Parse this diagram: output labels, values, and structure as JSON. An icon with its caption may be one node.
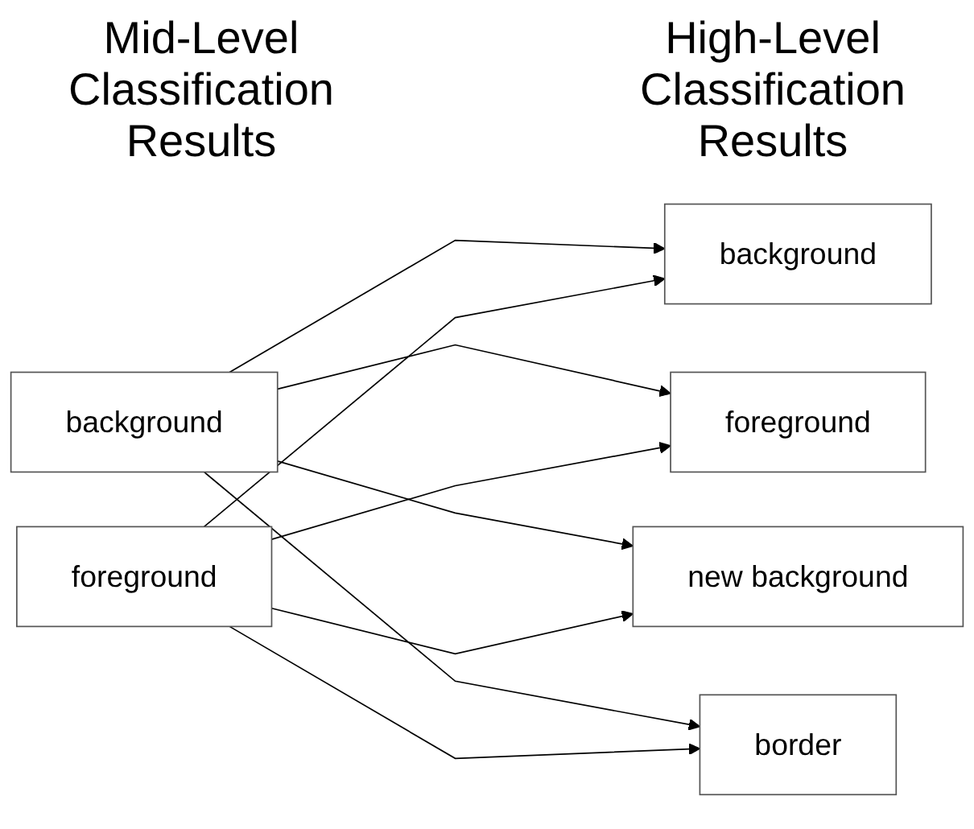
{
  "diagram": {
    "nodes": [
      {
        "text": [
          "background"
        ]
      },
      {
        "text": [
          "foreground"
        ]
      },
      {
        "text": [
          "background"
        ]
      },
      {
        "text": [
          "foreground"
        ]
      },
      {
        "text": [
          "new background"
        ]
      },
      {
        "text": [
          "border"
        ]
      }
    ],
    "edges": [
      {
        "from": 0,
        "to": 2,
        "arrow": "to"
      },
      {
        "from": 0,
        "to": 3,
        "arrow": "to"
      },
      {
        "from": 0,
        "to": 4,
        "arrow": "to"
      },
      {
        "from": 0,
        "to": 5,
        "arrow": "to"
      },
      {
        "from": 1,
        "to": 2,
        "arrow": "to"
      },
      {
        "from": 1,
        "to": 3,
        "arrow": "to"
      },
      {
        "from": 1,
        "to": 4,
        "arrow": "to"
      },
      {
        "from": 1,
        "to": 5,
        "arrow": "to"
      }
    ],
    "labels": [
      "Mid-Level Classification Results",
      "High-Level Classification Results"
    ]
  }
}
